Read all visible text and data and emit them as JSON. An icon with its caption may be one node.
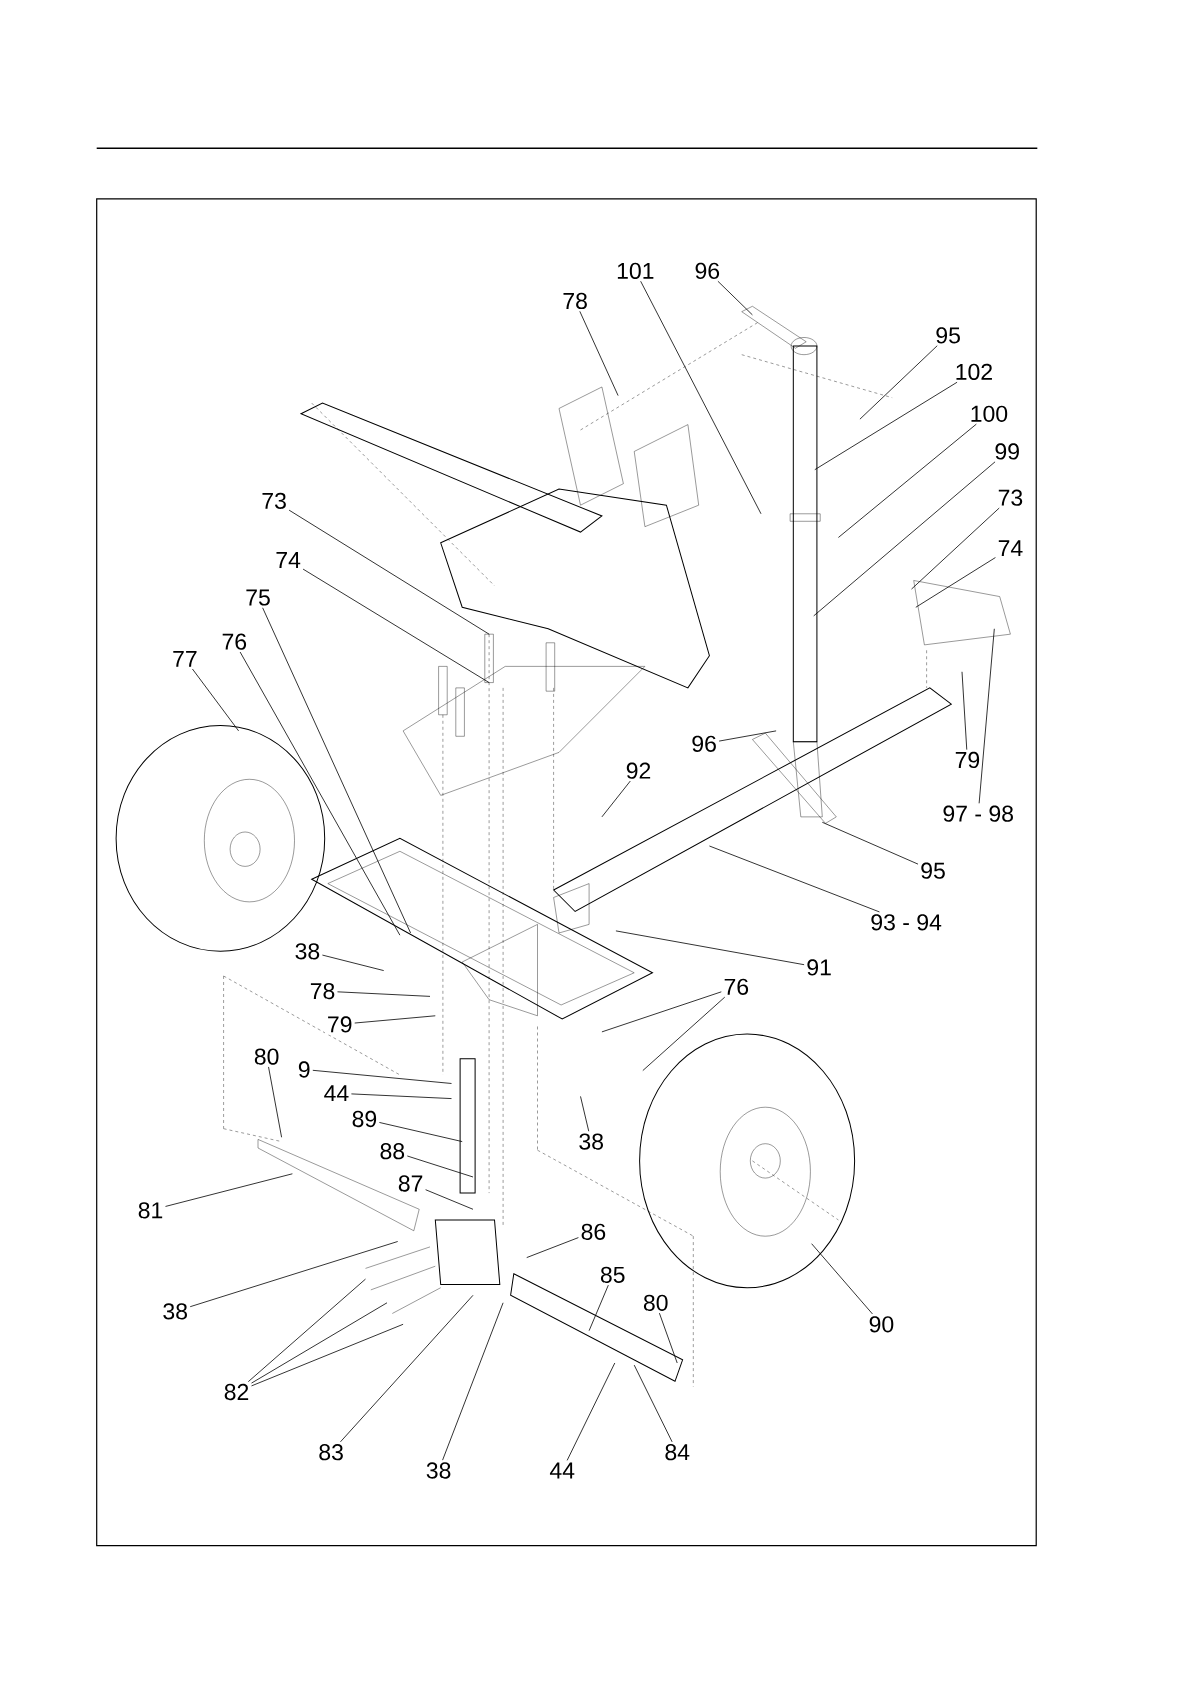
{
  "diagram": {
    "nodes": [
      {
        "text": [
          "101"
        ]
      },
      {
        "text": [
          "96"
        ]
      },
      {
        "text": [
          "78"
        ]
      },
      {
        "text": [
          "95"
        ]
      },
      {
        "text": [
          "102"
        ]
      },
      {
        "text": [
          "100"
        ]
      },
      {
        "text": [
          "99"
        ]
      },
      {
        "text": [
          "73"
        ]
      },
      {
        "text": [
          "74"
        ]
      },
      {
        "text": [
          "73"
        ]
      },
      {
        "text": [
          "74"
        ]
      },
      {
        "text": [
          "75"
        ]
      },
      {
        "text": [
          "76"
        ]
      },
      {
        "text": [
          "77"
        ]
      },
      {
        "text": [
          "96"
        ]
      },
      {
        "text": [
          "92"
        ]
      },
      {
        "text": [
          "79"
        ]
      },
      {
        "text": [
          "97 - 98"
        ]
      },
      {
        "text": [
          "95"
        ]
      },
      {
        "text": [
          "93 - 94"
        ]
      },
      {
        "text": [
          "91"
        ]
      },
      {
        "text": [
          "76"
        ]
      },
      {
        "text": [
          "38"
        ]
      },
      {
        "text": [
          "78"
        ]
      },
      {
        "text": [
          "79"
        ]
      },
      {
        "text": [
          "80"
        ]
      },
      {
        "text": [
          "9"
        ]
      },
      {
        "text": [
          "44"
        ]
      },
      {
        "text": [
          "89"
        ]
      },
      {
        "text": [
          "88"
        ]
      },
      {
        "text": [
          "87"
        ]
      },
      {
        "text": [
          "81"
        ]
      },
      {
        "text": [
          "38"
        ]
      },
      {
        "text": [
          "86"
        ]
      },
      {
        "text": [
          "85"
        ]
      },
      {
        "text": [
          "80"
        ]
      },
      {
        "text": [
          "38"
        ]
      },
      {
        "text": [
          "90"
        ]
      },
      {
        "text": [
          "82"
        ]
      },
      {
        "text": [
          "83"
        ]
      },
      {
        "text": [
          "38"
        ]
      },
      {
        "text": [
          "44"
        ]
      },
      {
        "text": [
          "84"
        ]
      }
    ],
    "edges": [
      {
        "from": 0,
        "to": null,
        "arrow": "none"
      },
      {
        "from": 1,
        "to": null,
        "arrow": "none"
      },
      {
        "from": 2,
        "to": null,
        "arrow": "none"
      },
      {
        "from": 3,
        "to": null,
        "arrow": "none"
      },
      {
        "from": 4,
        "to": null,
        "arrow": "none"
      },
      {
        "from": 5,
        "to": null,
        "arrow": "none"
      },
      {
        "from": 6,
        "to": null,
        "arrow": "none"
      },
      {
        "from": 7,
        "to": null,
        "arrow": "none"
      },
      {
        "from": 8,
        "to": null,
        "arrow": "none"
      },
      {
        "from": 9,
        "to": null,
        "arrow": "none"
      },
      {
        "from": 10,
        "to": null,
        "arrow": "none"
      },
      {
        "from": 11,
        "to": null,
        "arrow": "none"
      },
      {
        "from": 12,
        "to": null,
        "arrow": "none"
      },
      {
        "from": 13,
        "to": null,
        "arrow": "none"
      },
      {
        "from": 14,
        "to": null,
        "arrow": "none"
      },
      {
        "from": 15,
        "to": null,
        "arrow": "none"
      },
      {
        "from": 16,
        "to": null,
        "arrow": "none"
      },
      {
        "from": 17,
        "to": null,
        "arrow": "none"
      },
      {
        "from": 18,
        "to": null,
        "arrow": "none"
      },
      {
        "from": 19,
        "to": null,
        "arrow": "none"
      },
      {
        "from": 20,
        "to": null,
        "arrow": "none"
      },
      {
        "from": 21,
        "to": null,
        "arrow": "none"
      },
      {
        "from": 21,
        "to": null,
        "arrow": "none"
      },
      {
        "from": 22,
        "to": null,
        "arrow": "none"
      },
      {
        "from": 23,
        "to": null,
        "arrow": "none"
      },
      {
        "from": 24,
        "to": null,
        "arrow": "none"
      },
      {
        "from": 25,
        "to": null,
        "arrow": "none"
      },
      {
        "from": 26,
        "to": null,
        "arrow": "none"
      },
      {
        "from": 27,
        "to": null,
        "arrow": "none"
      },
      {
        "from": 28,
        "to": null,
        "arrow": "none"
      },
      {
        "from": 29,
        "to": null,
        "arrow": "none"
      },
      {
        "from": 30,
        "to": null,
        "arrow": "none"
      },
      {
        "from": 31,
        "to": null,
        "arrow": "none"
      },
      {
        "from": 32,
        "to": null,
        "arrow": "none"
      },
      {
        "from": 33,
        "to": null,
        "arrow": "none"
      },
      {
        "from": 34,
        "to": null,
        "arrow": "none"
      },
      {
        "from": 35,
        "to": null,
        "arrow": "none"
      },
      {
        "from": 36,
        "to": null,
        "arrow": "none"
      },
      {
        "from": 37,
        "to": null,
        "arrow": "none"
      },
      {
        "from": 38,
        "to": null,
        "arrow": "none"
      },
      {
        "from": 38,
        "to": null,
        "arrow": "none"
      },
      {
        "from": 38,
        "to": null,
        "arrow": "none"
      },
      {
        "from": 39,
        "to": null,
        "arrow": "none"
      },
      {
        "from": 40,
        "to": null,
        "arrow": "none"
      },
      {
        "from": 41,
        "to": null,
        "arrow": "none"
      },
      {
        "from": 42,
        "to": null,
        "arrow": "none"
      }
    ]
  }
}
